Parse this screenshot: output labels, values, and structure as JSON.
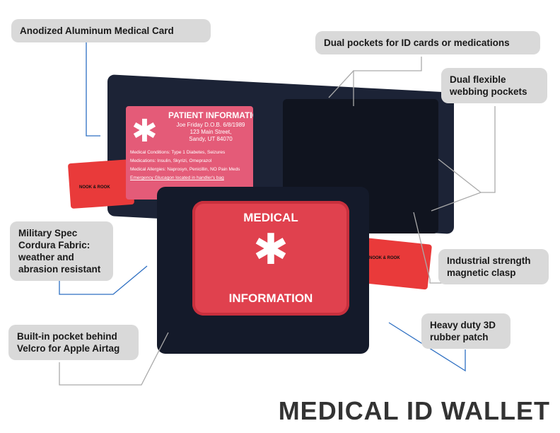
{
  "callouts": {
    "aluminum_card": "Anodized Aluminum Medical Card",
    "dual_pockets": "Dual pockets for ID cards or medications",
    "webbing_pockets": "Dual flexible webbing pockets",
    "cordura": "Military Spec Cordura Fabric: weather and abrasion resistant",
    "magnetic_clasp": "Industrial strength magnetic clasp",
    "rubber_patch": "Heavy duty 3D rubber patch",
    "airtag_pocket": "Built-in pocket behind Velcro for Apple Airtag"
  },
  "card": {
    "title": "PATIENT INFORMATION",
    "address": "Joe Friday D.O.B. 6/8/1989\n123 Main Street,\nSandy, UT 84070",
    "conditions": "Medical Conditions: Type 1 Diabetes, Seizures",
    "medications": "Medications: Insulin, Skyrizi, Omeprazol",
    "allergies": "Medical Allergies: Naprosyn, Penicillin, NO Pain Meds",
    "emergency": "Emergency Glucagon located in handler's bag"
  },
  "patch": {
    "line1": "MEDICAL",
    "line2": "INFORMATION"
  },
  "brand": "NOOK & ROOK",
  "title": "MEDICAL ID WALLET",
  "colors": {
    "callout_bg": "#d9d9d9",
    "arrow": "#2d6fc2",
    "accent": "#e0414e"
  }
}
